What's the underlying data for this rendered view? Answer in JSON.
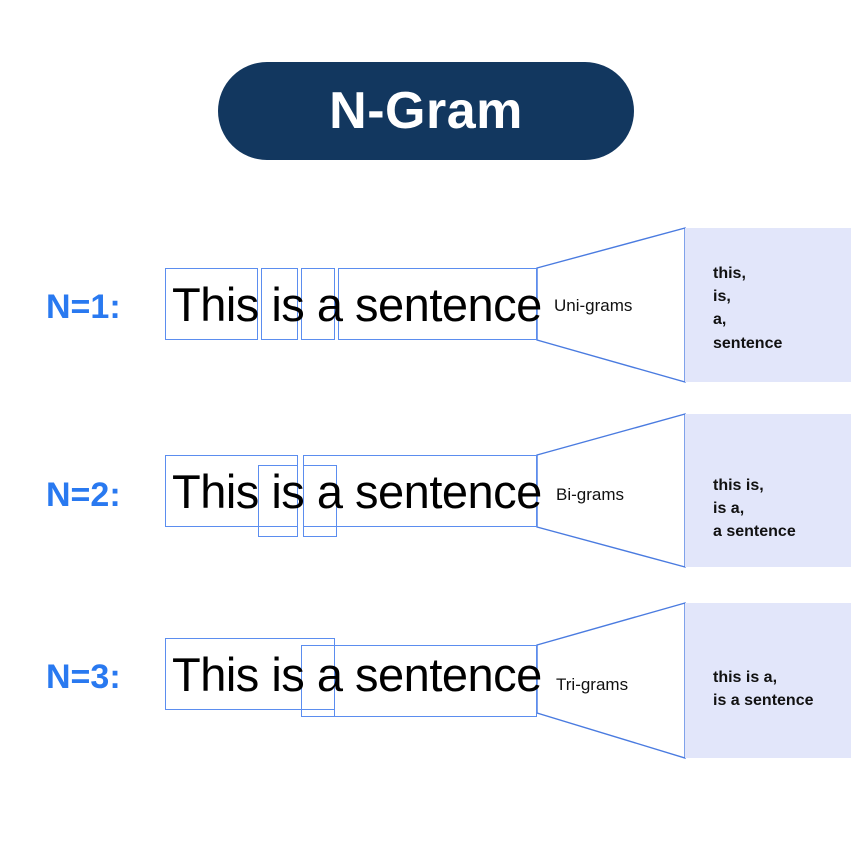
{
  "title": {
    "text": "N-Gram",
    "pill_color": "#12375F",
    "text_color": "#FFFFFF"
  },
  "colors": {
    "accent_blue": "#2979F0",
    "box_stroke": "#5B8DEF",
    "panel_fill": "#E2E6FA",
    "sentence_text": "#000000"
  },
  "sentence": "This is a sentence",
  "rows": [
    {
      "label": "N=1:",
      "gram_label": "Uni-grams",
      "tokens": [
        "This",
        "is",
        "a",
        "sentence"
      ],
      "output": "this,\nis,\na,\nsentence",
      "output_lines": [
        "this,",
        "is,",
        "a,",
        "sentence"
      ]
    },
    {
      "label": "N=2:",
      "gram_label": "Bi-grams",
      "tokens": [
        "This is",
        "is a",
        "a sentence"
      ],
      "output": "this is,\nis a,\na sentence",
      "output_lines": [
        "this is,",
        "is a,",
        "a sentence"
      ]
    },
    {
      "label": "N=3:",
      "gram_label": "Tri-grams",
      "tokens": [
        "This is a",
        "is a sentence"
      ],
      "output": "this is a,\nis a sentence",
      "output_lines": [
        "this is a,",
        "is a sentence"
      ]
    }
  ]
}
